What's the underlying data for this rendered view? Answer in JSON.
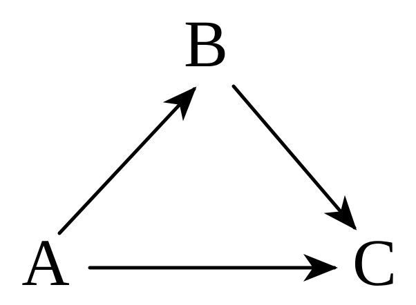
{
  "nodes": [
    {
      "id": "A",
      "label": "A"
    },
    {
      "id": "B",
      "label": "B"
    },
    {
      "id": "C",
      "label": "C"
    }
  ],
  "edges": [
    {
      "from": "A",
      "to": "B",
      "directed": true
    },
    {
      "from": "B",
      "to": "C",
      "directed": true
    },
    {
      "from": "A",
      "to": "C",
      "directed": true
    }
  ],
  "colors": {
    "stroke": "#000000",
    "text": "#000000",
    "background": "#ffffff"
  }
}
